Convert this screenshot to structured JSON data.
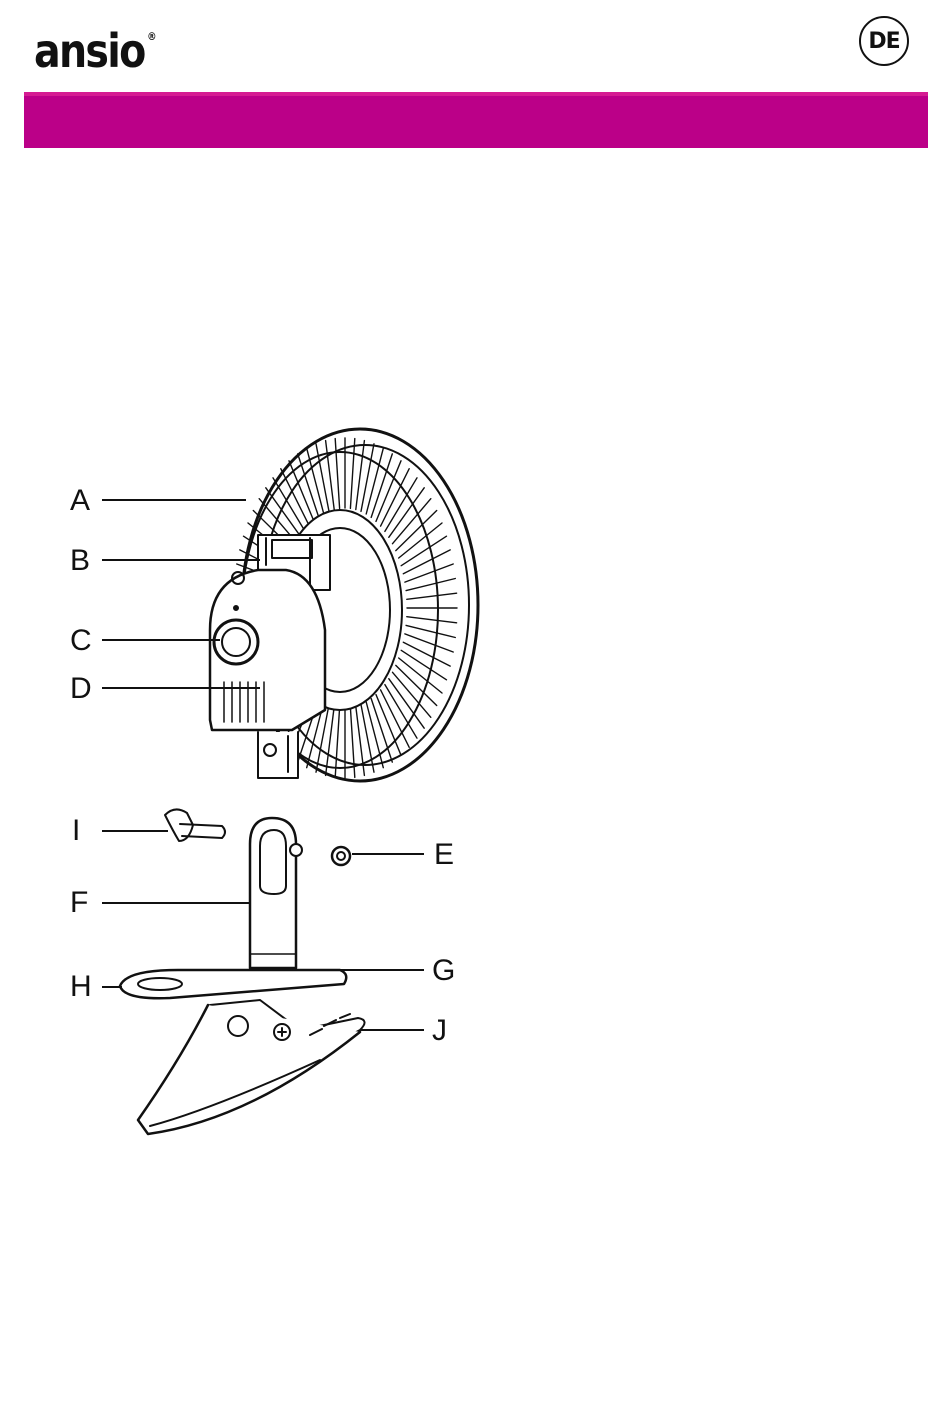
{
  "header": {
    "brand": "ansio",
    "brand_mark": "®",
    "language_code": "DE",
    "band_color": "#bb0088"
  },
  "figure": {
    "icon": "clip-fan-exploded-diagram",
    "callouts": {
      "a": "A",
      "b": "B",
      "c": "C",
      "d": "D",
      "e": "E",
      "f": "F",
      "g": "G",
      "h": "H",
      "i": "I",
      "j": "J"
    }
  }
}
